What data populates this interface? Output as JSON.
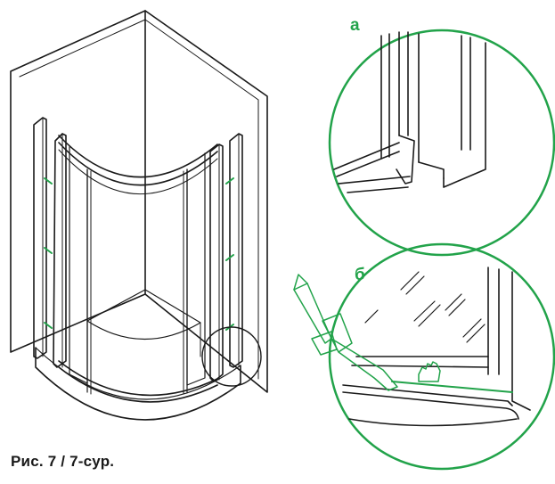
{
  "figure": {
    "caption": "Рис. 7 / 7-сур.",
    "detail_a_label": "а",
    "detail_b_label": "б"
  },
  "colors": {
    "line": "#1a1a1a",
    "accent": "#22a34a",
    "background": "#ffffff"
  }
}
